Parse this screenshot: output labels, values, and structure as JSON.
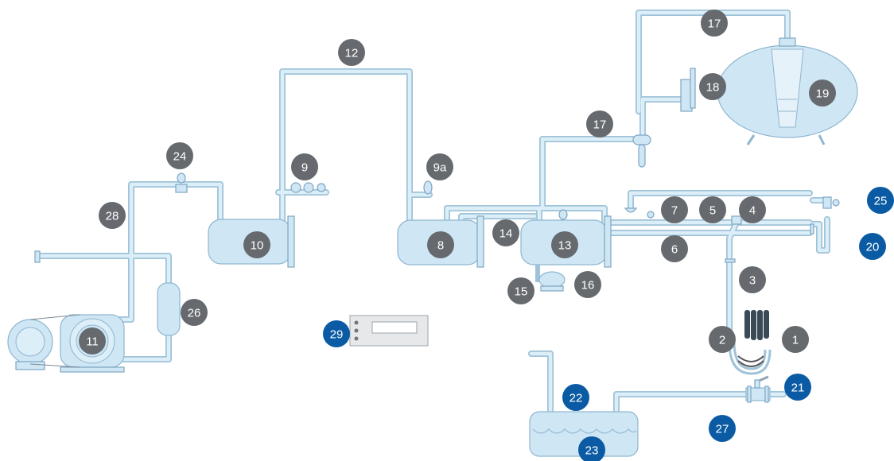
{
  "labels": [
    {
      "id": "1",
      "text": "1",
      "color": "grey"
    },
    {
      "id": "2",
      "text": "2",
      "color": "grey"
    },
    {
      "id": "3",
      "text": "3",
      "color": "grey"
    },
    {
      "id": "4",
      "text": "4",
      "color": "grey"
    },
    {
      "id": "5",
      "text": "5",
      "color": "grey"
    },
    {
      "id": "6",
      "text": "6",
      "color": "grey"
    },
    {
      "id": "7",
      "text": "7",
      "color": "grey"
    },
    {
      "id": "8",
      "text": "8",
      "color": "grey"
    },
    {
      "id": "9",
      "text": "9",
      "color": "grey"
    },
    {
      "id": "9a",
      "text": "9a",
      "color": "grey"
    },
    {
      "id": "10",
      "text": "10",
      "color": "grey"
    },
    {
      "id": "11",
      "text": "11",
      "color": "grey"
    },
    {
      "id": "12",
      "text": "12",
      "color": "grey"
    },
    {
      "id": "13",
      "text": "13",
      "color": "grey"
    },
    {
      "id": "14",
      "text": "14",
      "color": "grey"
    },
    {
      "id": "15",
      "text": "15",
      "color": "grey"
    },
    {
      "id": "16",
      "text": "16",
      "color": "grey"
    },
    {
      "id": "17a",
      "text": "17",
      "color": "grey"
    },
    {
      "id": "17b",
      "text": "17",
      "color": "grey"
    },
    {
      "id": "18",
      "text": "18",
      "color": "grey"
    },
    {
      "id": "19",
      "text": "19",
      "color": "grey"
    },
    {
      "id": "20",
      "text": "20",
      "color": "blue"
    },
    {
      "id": "21",
      "text": "21",
      "color": "blue"
    },
    {
      "id": "22",
      "text": "22",
      "color": "blue"
    },
    {
      "id": "23",
      "text": "23",
      "color": "blue"
    },
    {
      "id": "24",
      "text": "24",
      "color": "grey"
    },
    {
      "id": "25",
      "text": "25",
      "color": "blue"
    },
    {
      "id": "26",
      "text": "26",
      "color": "grey"
    },
    {
      "id": "27",
      "text": "27",
      "color": "blue"
    },
    {
      "id": "28",
      "text": "28",
      "color": "grey"
    },
    {
      "id": "29",
      "text": "29",
      "color": "blue"
    }
  ],
  "colors": {
    "grey": "#666a6e",
    "blue": "#0a5ba4",
    "pipe": "#9fc3d9",
    "fluid": "#cfe6f5"
  }
}
